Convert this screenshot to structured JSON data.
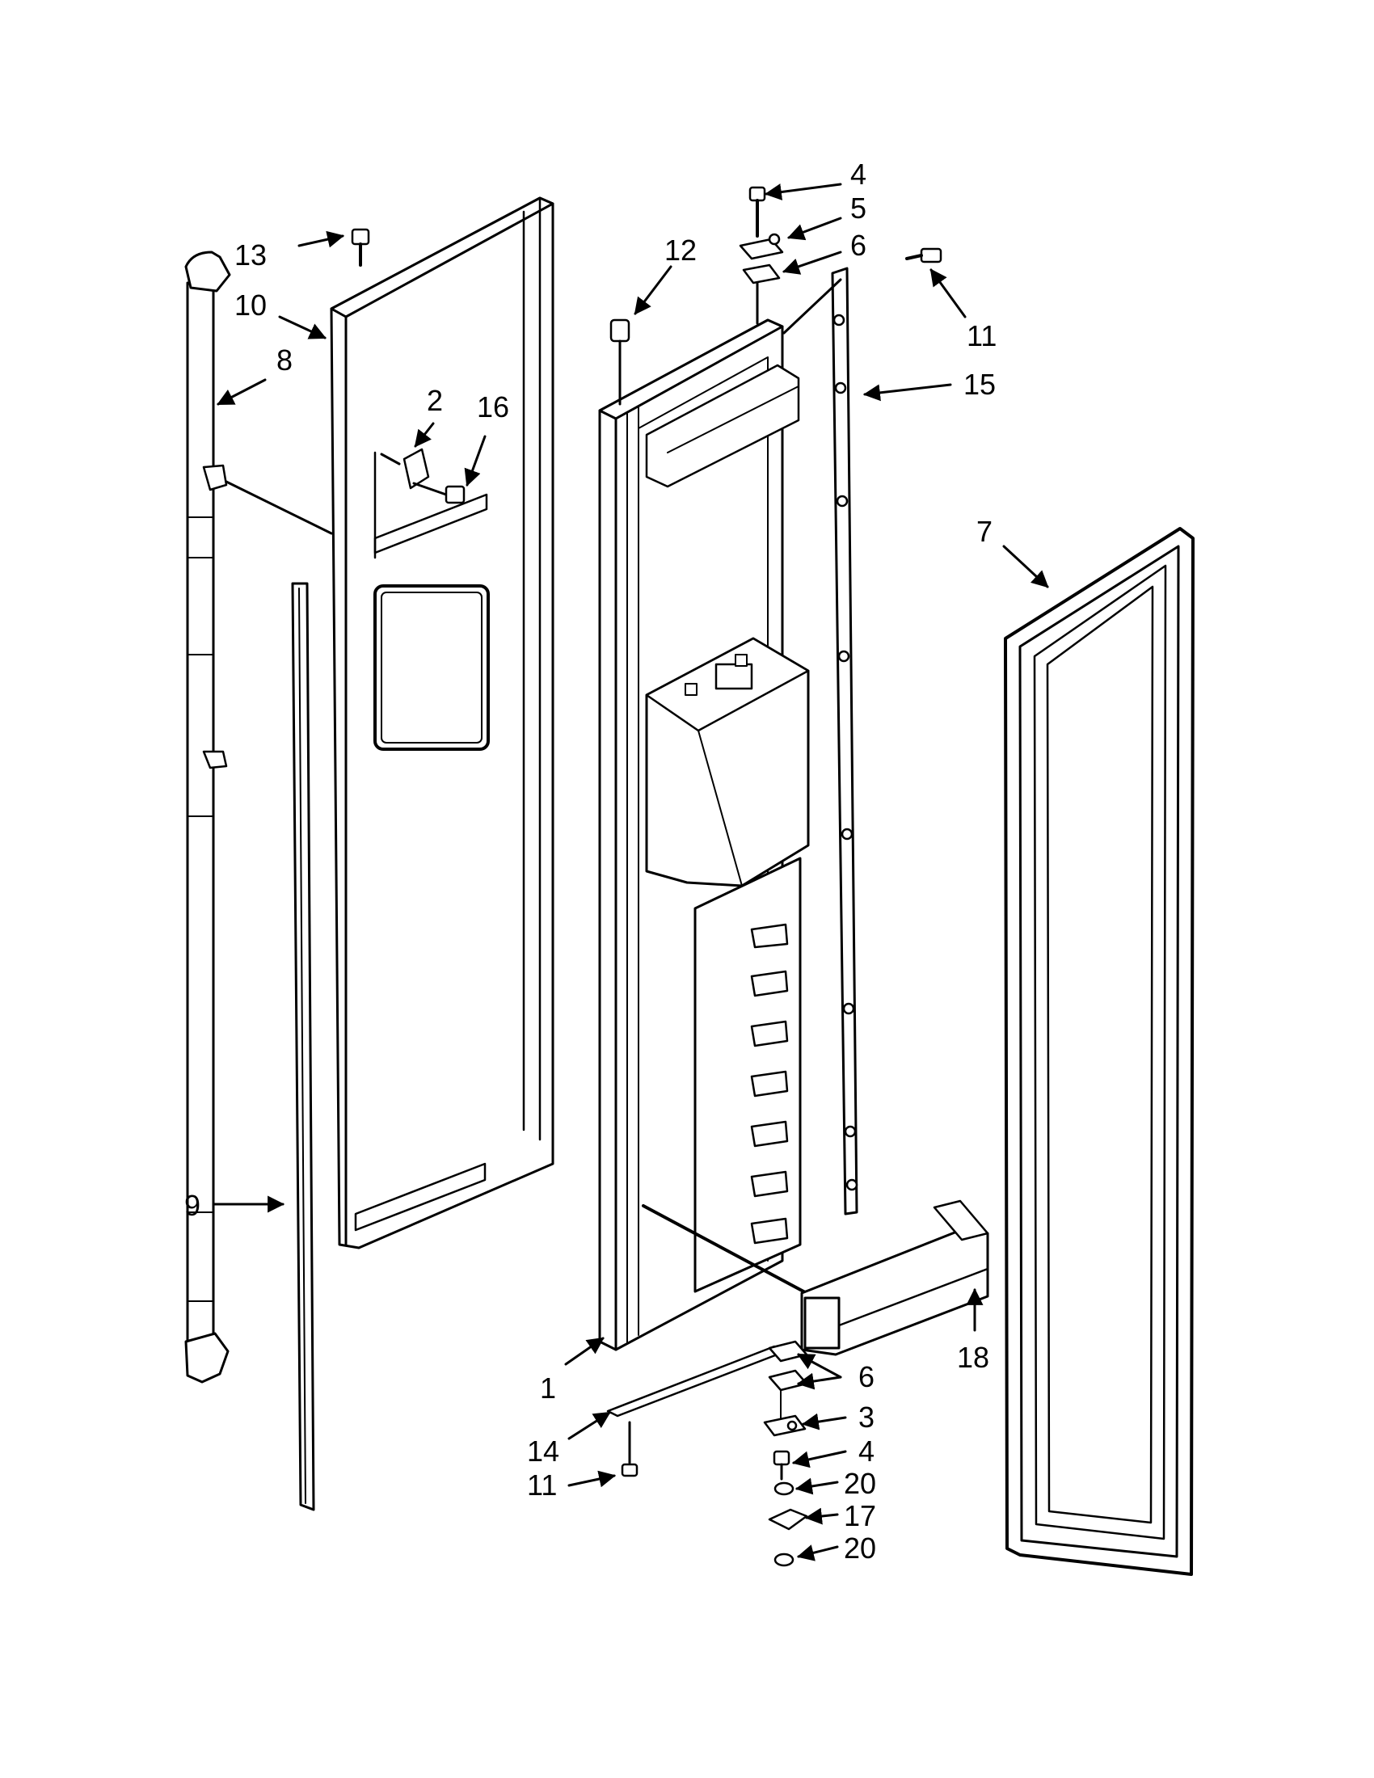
{
  "colors": {
    "line": "#000000",
    "fill": "#ffffff",
    "shade": "#dcdcdc"
  },
  "callouts": {
    "door_assembly": "1",
    "plate": "2",
    "lower_hinge": "3",
    "upper_hinge_screw": "4",
    "upper_hinge": "5",
    "upper_shim": "6",
    "door_gasket": "7",
    "handle": "8",
    "trim_left": "9",
    "outer_door_panel": "10",
    "upper_screw_right": "11",
    "bushing": "12",
    "handle_screw": "13",
    "bottom_trim": "14",
    "trim_right": "15",
    "plate_screw": "16",
    "door_bin": "18",
    "lower_shims": "6",
    "lower_hinge_screw": "4",
    "bottom_trim_screw": "11",
    "washer_upper": "20",
    "door_stop": "17",
    "washer_lower": "20"
  }
}
